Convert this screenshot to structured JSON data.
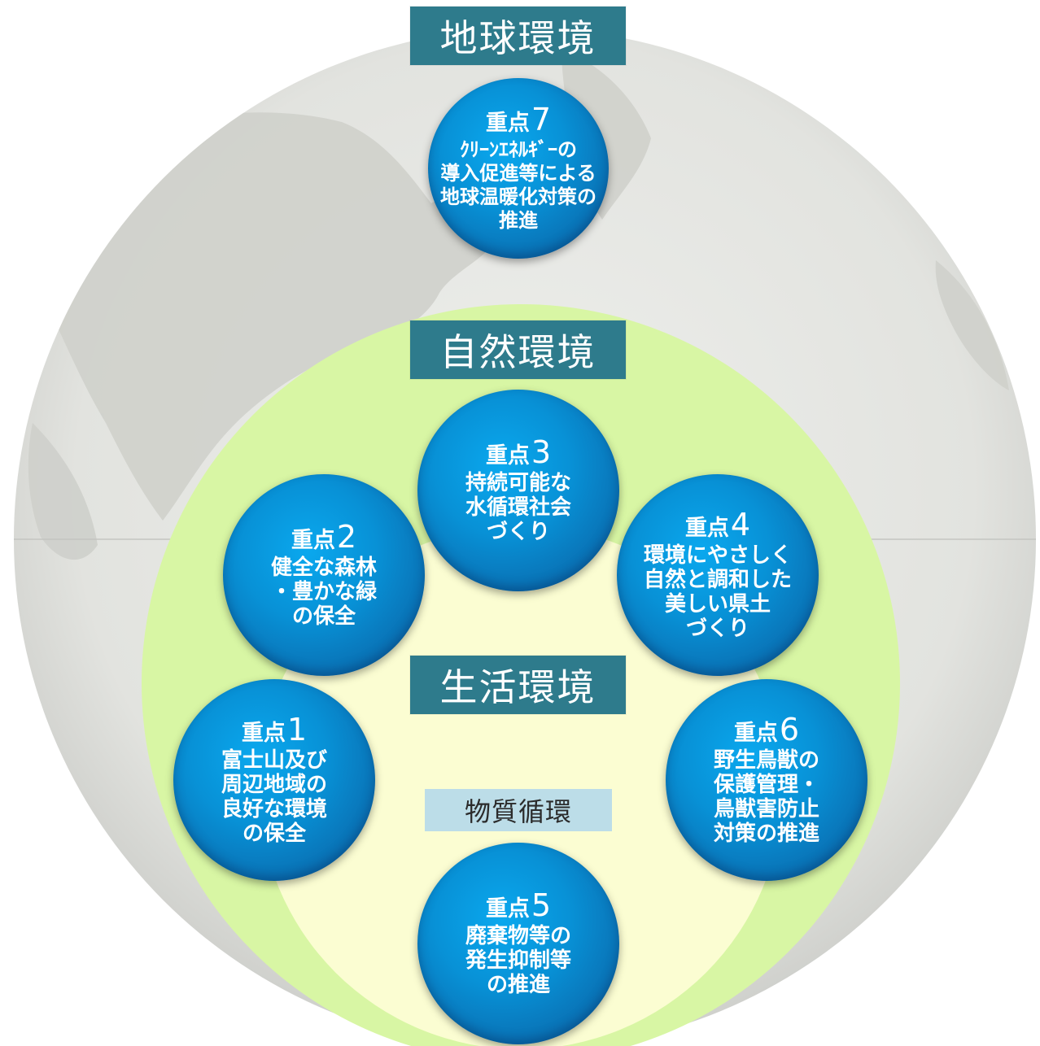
{
  "labels": {
    "global": "地球環境",
    "nature": "自然環境",
    "living": "生活環境",
    "material": "物質循環"
  },
  "nodes": [
    {
      "id": "7",
      "head": "重点",
      "num": "7",
      "lines": [
        "ｸﾘｰﾝｴﾈﾙｷﾞｰの",
        "導入促進等による",
        "地球温暖化対策の",
        "推進"
      ]
    },
    {
      "id": "3",
      "head": "重点",
      "num": "3",
      "lines": [
        "持続可能な",
        "水循環社会",
        "づくり"
      ]
    },
    {
      "id": "2",
      "head": "重点",
      "num": "2",
      "lines": [
        "健全な森林",
        "・豊かな緑",
        "の保全"
      ]
    },
    {
      "id": "4",
      "head": "重点",
      "num": "4",
      "lines": [
        "環境にやさしく",
        "自然と調和した",
        "美しい県土",
        "づくり"
      ]
    },
    {
      "id": "1",
      "head": "重点",
      "num": "1",
      "lines": [
        "富士山及び",
        "周辺地域の",
        "良好な環境",
        "の保全"
      ]
    },
    {
      "id": "6",
      "head": "重点",
      "num": "6",
      "lines": [
        "野生鳥獣の",
        "保護管理・",
        "鳥獣害防止",
        "対策の推進"
      ]
    },
    {
      "id": "5",
      "head": "重点",
      "num": "5",
      "lines": [
        "廃棄物等の",
        "発生抑制等",
        "の推進"
      ]
    }
  ],
  "colors": {
    "globe": "#e6e7e3",
    "land": "#d2d3cf",
    "nature_ring": "#d8f6a4",
    "living_area": "#fbfdd2",
    "label_box": "#2e7b8c",
    "label_light": "#bcdde8",
    "node": "#0891d6"
  }
}
